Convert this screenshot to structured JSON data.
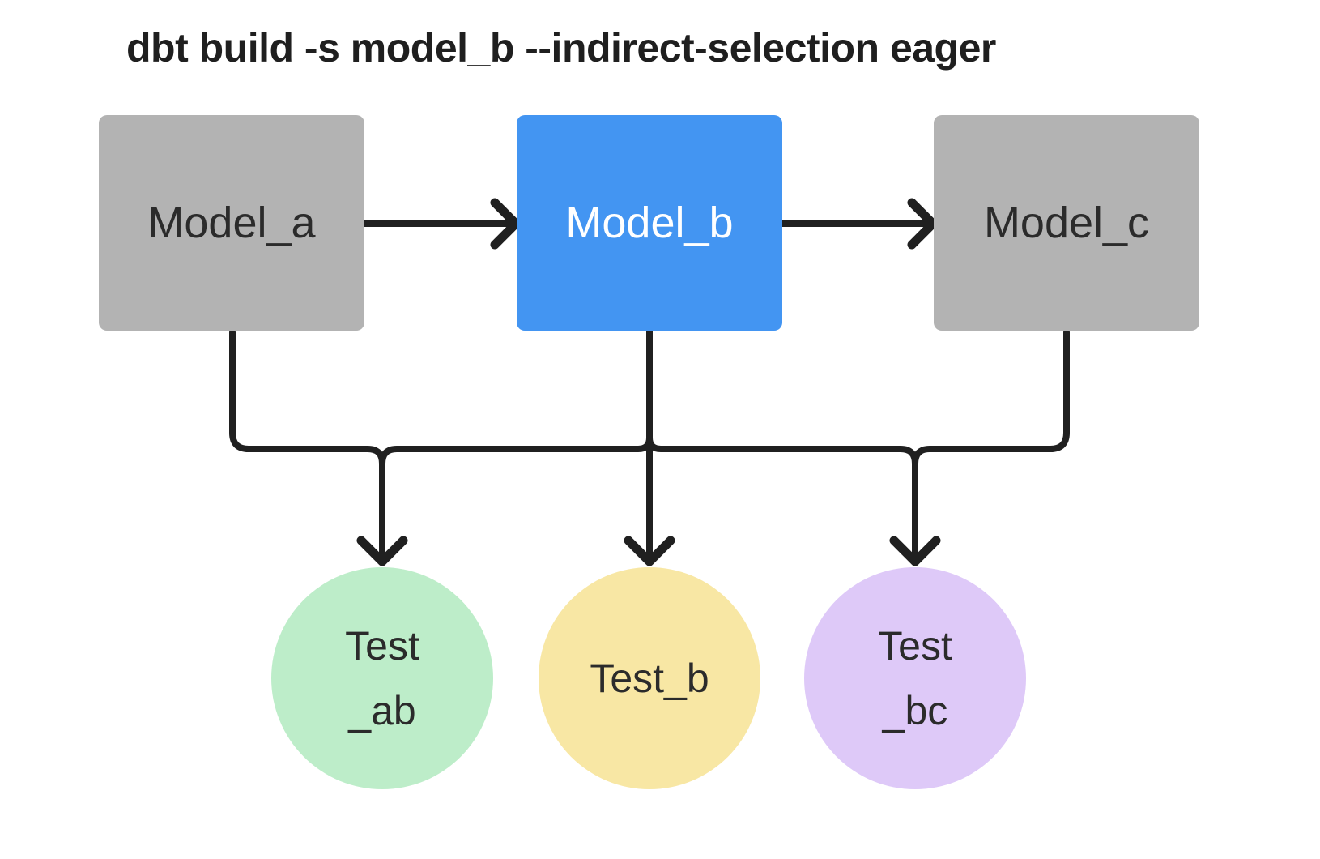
{
  "title": "dbt build -s model_b --indirect-selection eager",
  "colors": {
    "background": "#ffffff",
    "model_default": "#b3b3b3",
    "model_selected": "#4395f2",
    "test_ab_fill": "#bdedc9",
    "test_b_fill": "#f8e7a4",
    "test_bc_fill": "#dec9f8",
    "edge": "#202020",
    "text_dark": "#2b2b2b",
    "text_light": "#ffffff",
    "title_text": "#1f1f1f"
  },
  "nodes": {
    "models": [
      {
        "id": "model_a",
        "label": "Model_a",
        "selected": false
      },
      {
        "id": "model_b",
        "label": "Model_b",
        "selected": true
      },
      {
        "id": "model_c",
        "label": "Model_c",
        "selected": false
      }
    ],
    "tests": [
      {
        "id": "test_ab",
        "label": "Test\n_ab"
      },
      {
        "id": "test_b",
        "label": "Test_b"
      },
      {
        "id": "test_bc",
        "label": "Test\n_bc"
      }
    ]
  },
  "edges": [
    {
      "from": "model_a",
      "to": "model_b",
      "type": "arrow"
    },
    {
      "from": "model_b",
      "to": "model_c",
      "type": "arrow"
    },
    {
      "from": "model_a",
      "to": "test_ab",
      "type": "arrow"
    },
    {
      "from": "model_b",
      "to": "test_ab",
      "type": "arrow"
    },
    {
      "from": "model_b",
      "to": "test_b",
      "type": "arrow"
    },
    {
      "from": "model_b",
      "to": "test_bc",
      "type": "arrow"
    },
    {
      "from": "model_c",
      "to": "test_bc",
      "type": "arrow"
    }
  ]
}
